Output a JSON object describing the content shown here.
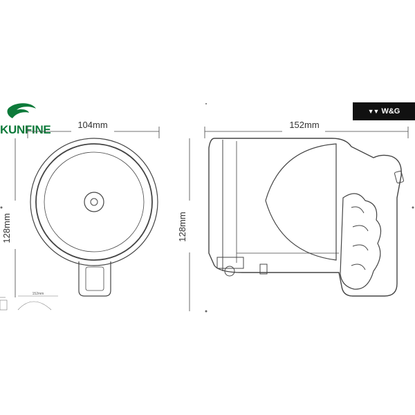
{
  "brand": {
    "logo_text": "KUNFINE",
    "logo_color": "#0d7a3a"
  },
  "badge": {
    "text": "W&G",
    "background": "#111111"
  },
  "front_view": {
    "width_label": "104mm",
    "height_label": "128mm"
  },
  "side_view": {
    "width_label": "152mm",
    "height_label": "128mm"
  },
  "thumbnail": {
    "width_label": "152mm"
  }
}
